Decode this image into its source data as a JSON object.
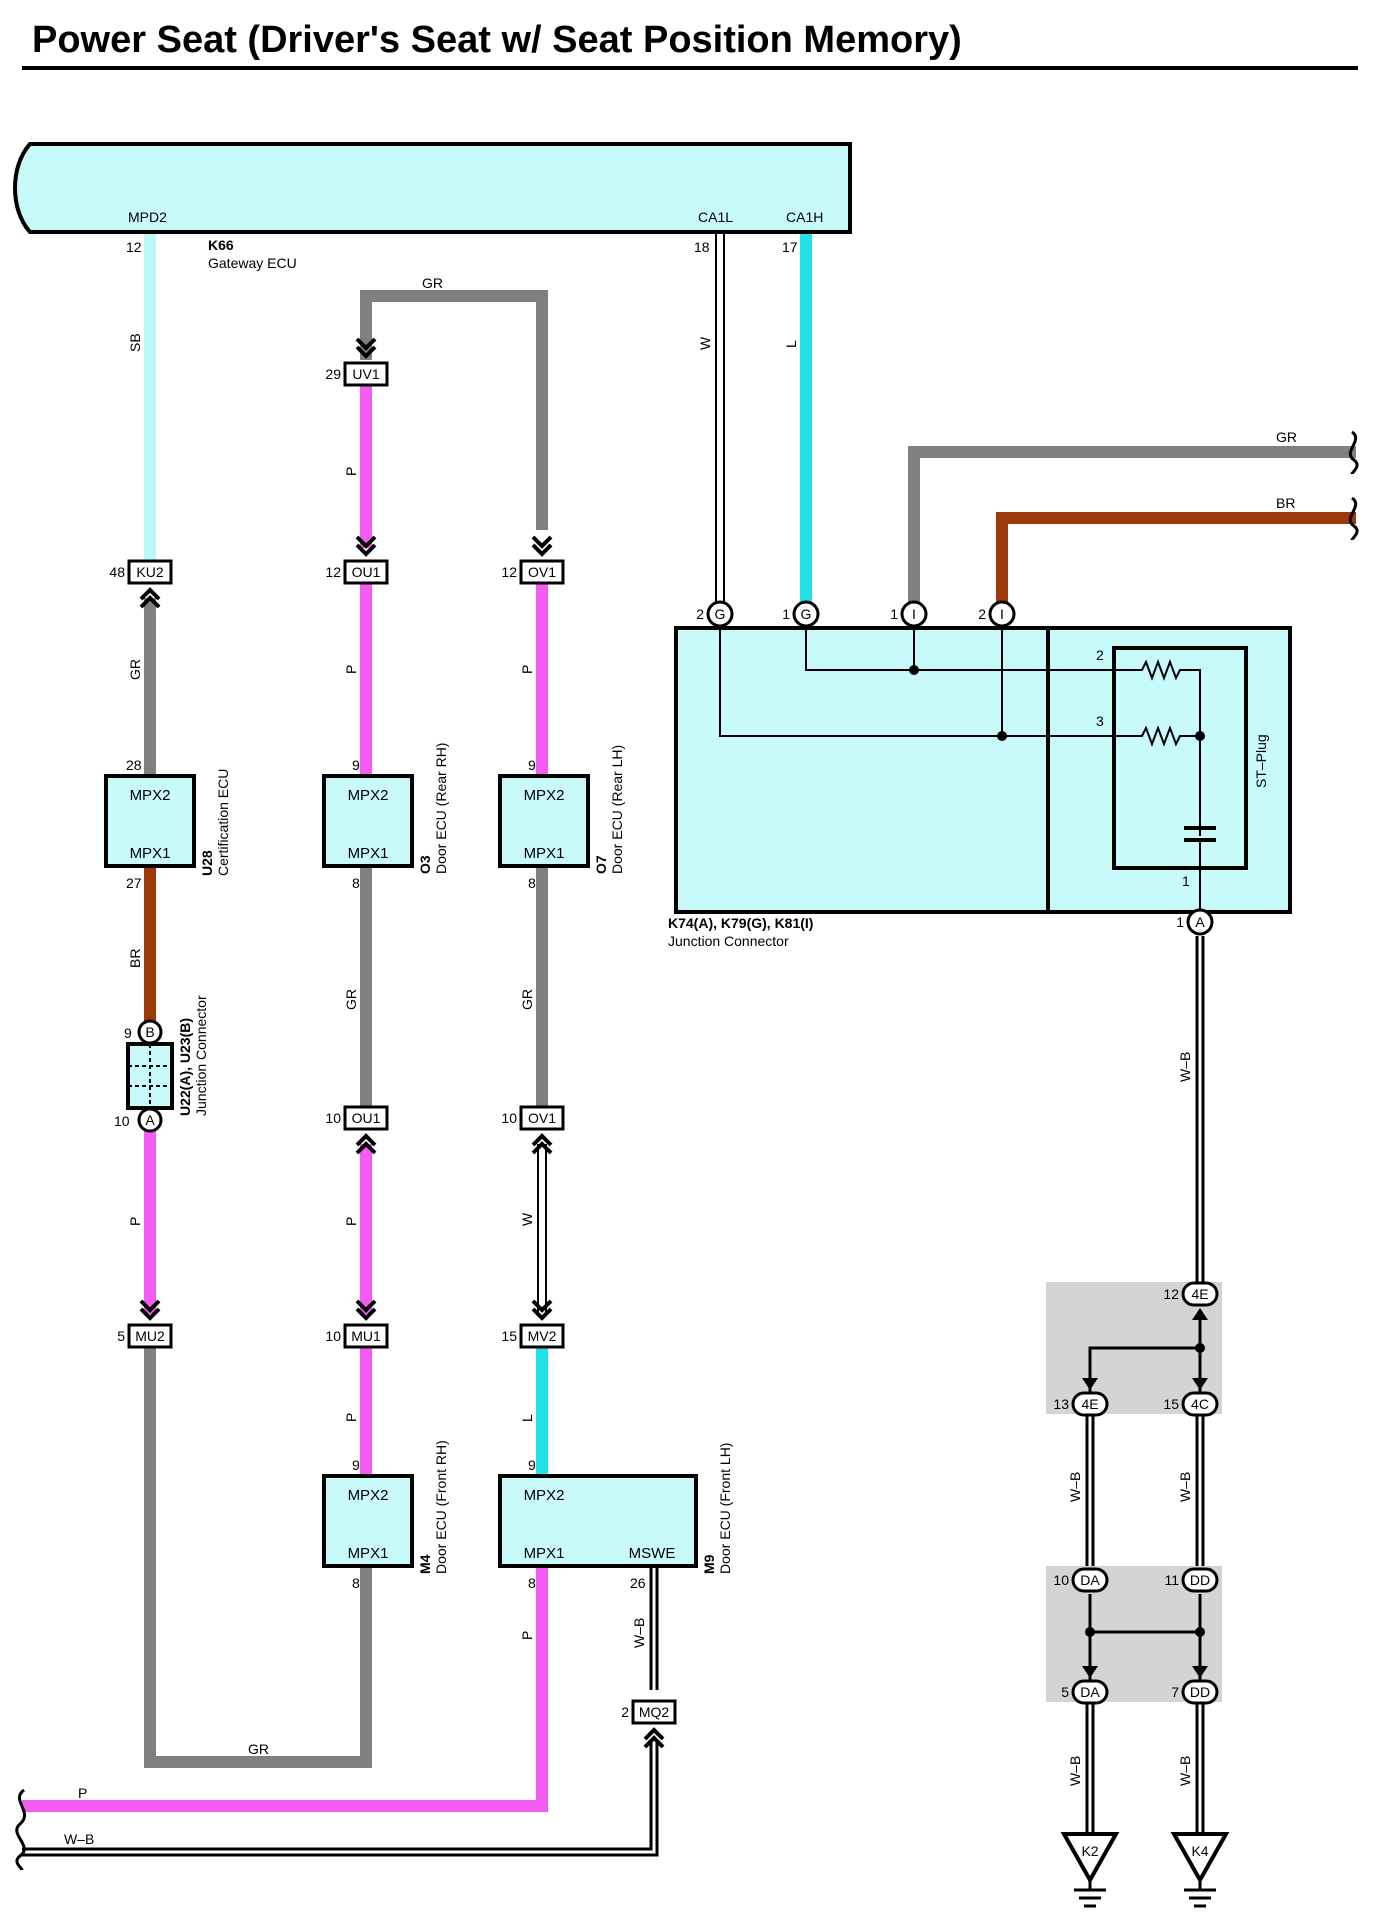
{
  "title": "Power Seat (Driver's Seat w/ Seat Position Memory)",
  "colors": {
    "gray_wire": "#808080",
    "pink_wire": "#f25cf2",
    "skyblue_wire": "#bdf8f8",
    "blue_wire": "#22e2e8",
    "brown_wire": "#9c3a0e",
    "component_fill": "#c8fafa",
    "ground_block_fill": "#d4d4d4"
  },
  "components": {
    "k66": {
      "code": "K66",
      "name": "Gateway ECU",
      "pins": {
        "mpd2": "MPD2",
        "ca1l": "CA1L",
        "ca1h": "CA1H",
        "mpd2_no": "12",
        "ca1l_no": "18",
        "ca1h_no": "17"
      }
    },
    "u28": {
      "code": "U28",
      "name": "Certification ECU",
      "top": "MPX2",
      "bottom": "MPX1",
      "top_no": "28",
      "bottom_no": "27"
    },
    "o3": {
      "code": "O3",
      "name": "Door ECU (Rear RH)",
      "top": "MPX2",
      "bottom": "MPX1",
      "top_no": "9",
      "bottom_no": "8"
    },
    "o7": {
      "code": "O7",
      "name": "Door ECU (Rear LH)",
      "top": "MPX2",
      "bottom": "MPX1",
      "top_no": "9",
      "bottom_no": "8"
    },
    "m4": {
      "code": "M4",
      "name": "Door ECU (Front RH)",
      "top": "MPX2",
      "bottom": "MPX1",
      "top_no": "9",
      "bottom_no": "8"
    },
    "m9": {
      "code": "M9",
      "name": "Door ECU (Front LH)",
      "top": "MPX2",
      "bottom": "MPX1",
      "mswe": "MSWE",
      "top_no": "9",
      "bottom_no": "8",
      "mswe_no": "26"
    },
    "u22": {
      "code": "U22(A), U23(B)",
      "name": "Junction Connector",
      "pin_b": "B",
      "pin_a": "A",
      "b_no": "9",
      "a_no": "10"
    },
    "k74": {
      "code": "K74(A), K79(G), K81(I)",
      "name": "Junction Connector",
      "st_plug": "ST–Plug",
      "r1_no": "2",
      "r2_no": "3",
      "cap_no": "1"
    }
  },
  "connectors": {
    "ku2": {
      "label": "KU2",
      "no": "48"
    },
    "uv1": {
      "label": "UV1",
      "no": "29"
    },
    "ou1_top": {
      "label": "OU1",
      "no": "12"
    },
    "ov1_top": {
      "label": "OV1",
      "no": "12"
    },
    "ou1_bot": {
      "label": "OU1",
      "no": "10"
    },
    "ov1_bot": {
      "label": "OV1",
      "no": "10"
    },
    "mu2": {
      "label": "MU2",
      "no": "5"
    },
    "mu1": {
      "label": "MU1",
      "no": "10"
    },
    "mv2": {
      "label": "MV2",
      "no": "15"
    },
    "mq2": {
      "label": "MQ2",
      "no": "2"
    },
    "g1": {
      "label": "G",
      "no": "2"
    },
    "g2": {
      "label": "G",
      "no": "1"
    },
    "i1": {
      "label": "I",
      "no": "1"
    },
    "i2": {
      "label": "I",
      "no": "2"
    },
    "a_out": {
      "label": "A",
      "no": "1"
    },
    "j4e_top": {
      "label": "4E",
      "no": "12"
    },
    "j4e_left": {
      "label": "4E",
      "no": "13"
    },
    "j4c": {
      "label": "4C",
      "no": "15"
    },
    "jda_top": {
      "label": "DA",
      "no": "10"
    },
    "jdd_top": {
      "label": "DD",
      "no": "11"
    },
    "jda_bot": {
      "label": "DA",
      "no": "5"
    },
    "jdd_bot": {
      "label": "DD",
      "no": "7"
    }
  },
  "grounds": {
    "k2": "K2",
    "k4": "K4"
  },
  "wires": {
    "sb": "SB",
    "gr_u28": "GR",
    "br_u28": "BR",
    "p_u22": "P",
    "gr_top": "GR",
    "p_uv1": "P",
    "p_ou1": "P",
    "gr_o3": "GR",
    "p_o3b": "P",
    "p_m4": "P",
    "p_ov1": "P",
    "gr_o7": "GR",
    "w_ov1": "W",
    "l_m9": "L",
    "p_m9": "P",
    "wb_m9": "W–B",
    "w_ca1l": "W",
    "l_ca1h": "L",
    "gr_right": "GR",
    "br_right": "BR",
    "wb_a": "W–B",
    "wb_4e": "W–B",
    "wb_4c": "W–B",
    "wb_k2": "W–B",
    "wb_k4": "W–B",
    "gr_bottom": "GR",
    "p_bottom": "P",
    "wb_bottom": "W–B"
  }
}
